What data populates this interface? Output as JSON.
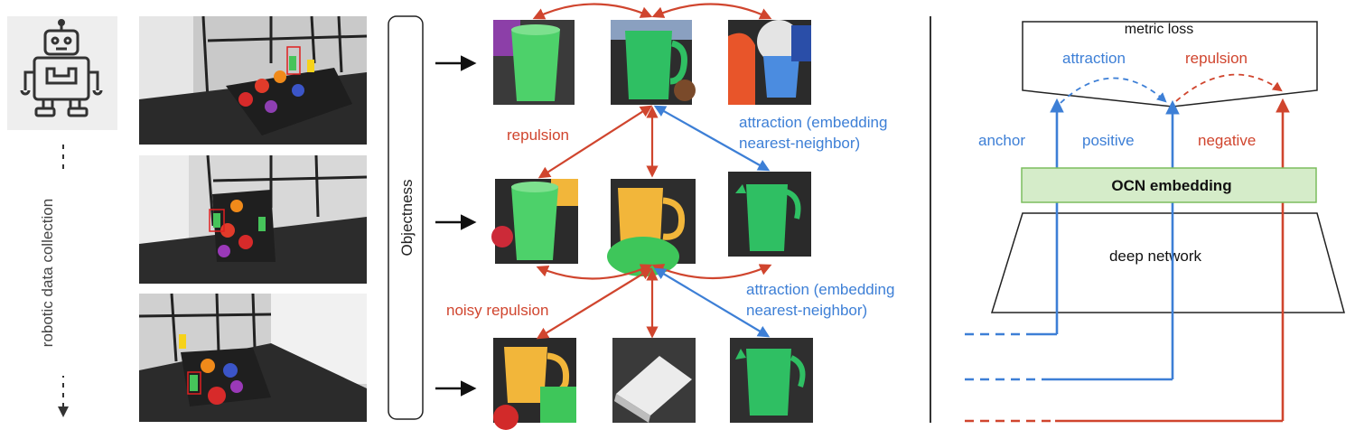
{
  "left": {
    "robot_icon": "robot-icon",
    "vertical_label": "robotic data collection"
  },
  "objectness_label": "Objectness",
  "middle": {
    "row1_left_label": "repulsion",
    "row1_right_label_line1": "attraction (embedding",
    "row1_right_label_line2": "nearest-neighbor)",
    "row2_left_label": "noisy repulsion",
    "row2_right_label_line1": "attraction (embedding",
    "row2_right_label_line2": "nearest-neighbor)"
  },
  "right": {
    "metric_loss": "metric loss",
    "attraction": "attraction",
    "repulsion": "repulsion",
    "anchor": "anchor",
    "positive": "positive",
    "negative": "negative",
    "ocn_embedding": "OCN embedding",
    "deep_network": "deep network"
  },
  "colors": {
    "red": "#d0452e",
    "blue": "#3d7fd6",
    "green_fill": "#d5ecc9",
    "green_stroke": "#7cbd5e",
    "divider": "#333333"
  }
}
